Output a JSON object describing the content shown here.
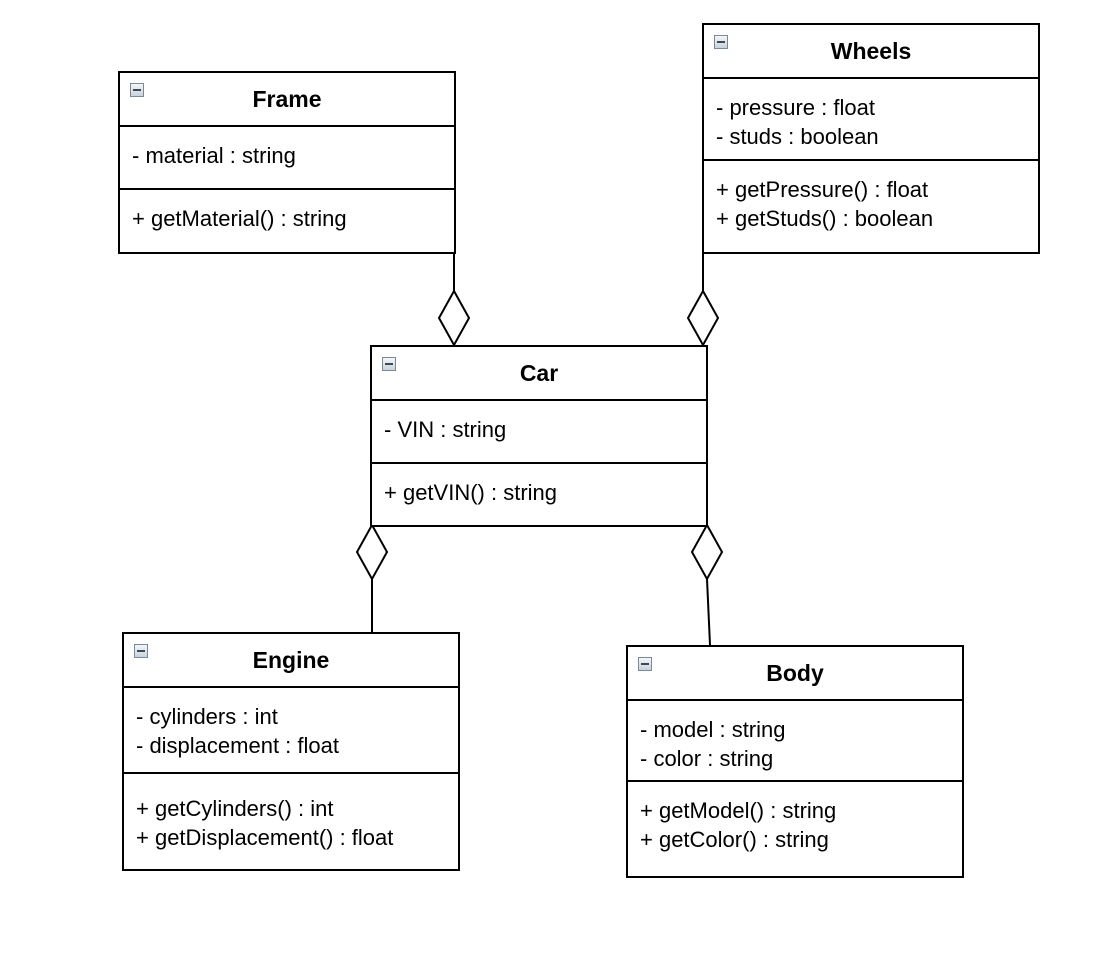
{
  "diagram": {
    "classes": {
      "frame": {
        "name": "Frame",
        "attributes": [
          "- material : string"
        ],
        "methods": [
          "+ getMaterial() : string"
        ]
      },
      "wheels": {
        "name": "Wheels",
        "attributes": [
          "- pressure : float",
          "- studs : boolean"
        ],
        "methods": [
          "+ getPressure() : float",
          "+ getStuds() : boolean"
        ]
      },
      "car": {
        "name": "Car",
        "attributes": [
          "- VIN : string"
        ],
        "methods": [
          "+ getVIN() : string"
        ]
      },
      "engine": {
        "name": "Engine",
        "attributes": [
          "- cylinders : int",
          "- displacement : float"
        ],
        "methods": [
          "+ getCylinders() : int",
          "+ getDisplacement() : float"
        ]
      },
      "body": {
        "name": "Body",
        "attributes": [
          "- model : string",
          "- color : string"
        ],
        "methods": [
          "+ getModel() : string",
          "+ getColor() : string"
        ]
      }
    },
    "relations": [
      {
        "type": "aggregation",
        "whole": "Car",
        "part": "Frame"
      },
      {
        "type": "aggregation",
        "whole": "Car",
        "part": "Wheels"
      },
      {
        "type": "aggregation",
        "whole": "Car",
        "part": "Engine"
      },
      {
        "type": "aggregation",
        "whole": "Car",
        "part": "Body"
      }
    ]
  }
}
